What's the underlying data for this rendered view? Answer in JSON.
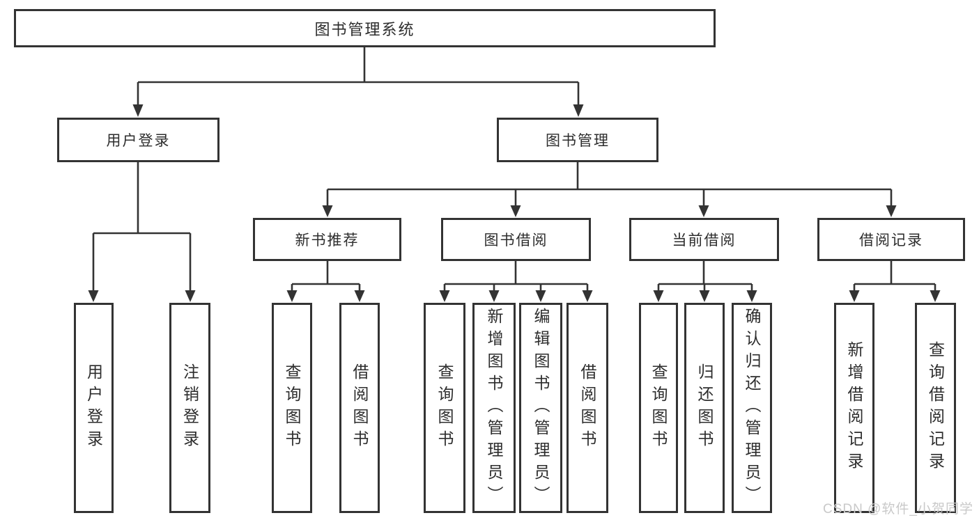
{
  "diagram": {
    "root": {
      "label": "图书管理系统"
    },
    "level2": {
      "user_login": {
        "label": "用户登录"
      },
      "book_management": {
        "label": "图书管理"
      }
    },
    "level3": {
      "new_book_recommend": {
        "label": "新书推荐"
      },
      "book_borrow": {
        "label": "图书借阅"
      },
      "current_borrow": {
        "label": "当前借阅"
      },
      "borrow_records": {
        "label": "借阅记录"
      }
    },
    "leaves": {
      "user_login": [
        "用户登录",
        "注销登录"
      ],
      "new_book_recommend": [
        "查询图书",
        "借阅图书"
      ],
      "book_borrow": [
        "查询图书",
        "新增图书（管理员）",
        "编辑图书（管理员）",
        "借阅图书"
      ],
      "current_borrow": [
        "查询图书",
        "归还图书",
        "确认归还（管理员）"
      ],
      "borrow_records": [
        "新增借阅记录",
        "查询借阅记录"
      ]
    }
  },
  "watermark": {
    "text": "CSDN @软件_小贺同学"
  },
  "colors": {
    "line": "#333333",
    "text": "#2d2d2d",
    "background": "#ffffff",
    "watermark": "#c9c9c9"
  }
}
